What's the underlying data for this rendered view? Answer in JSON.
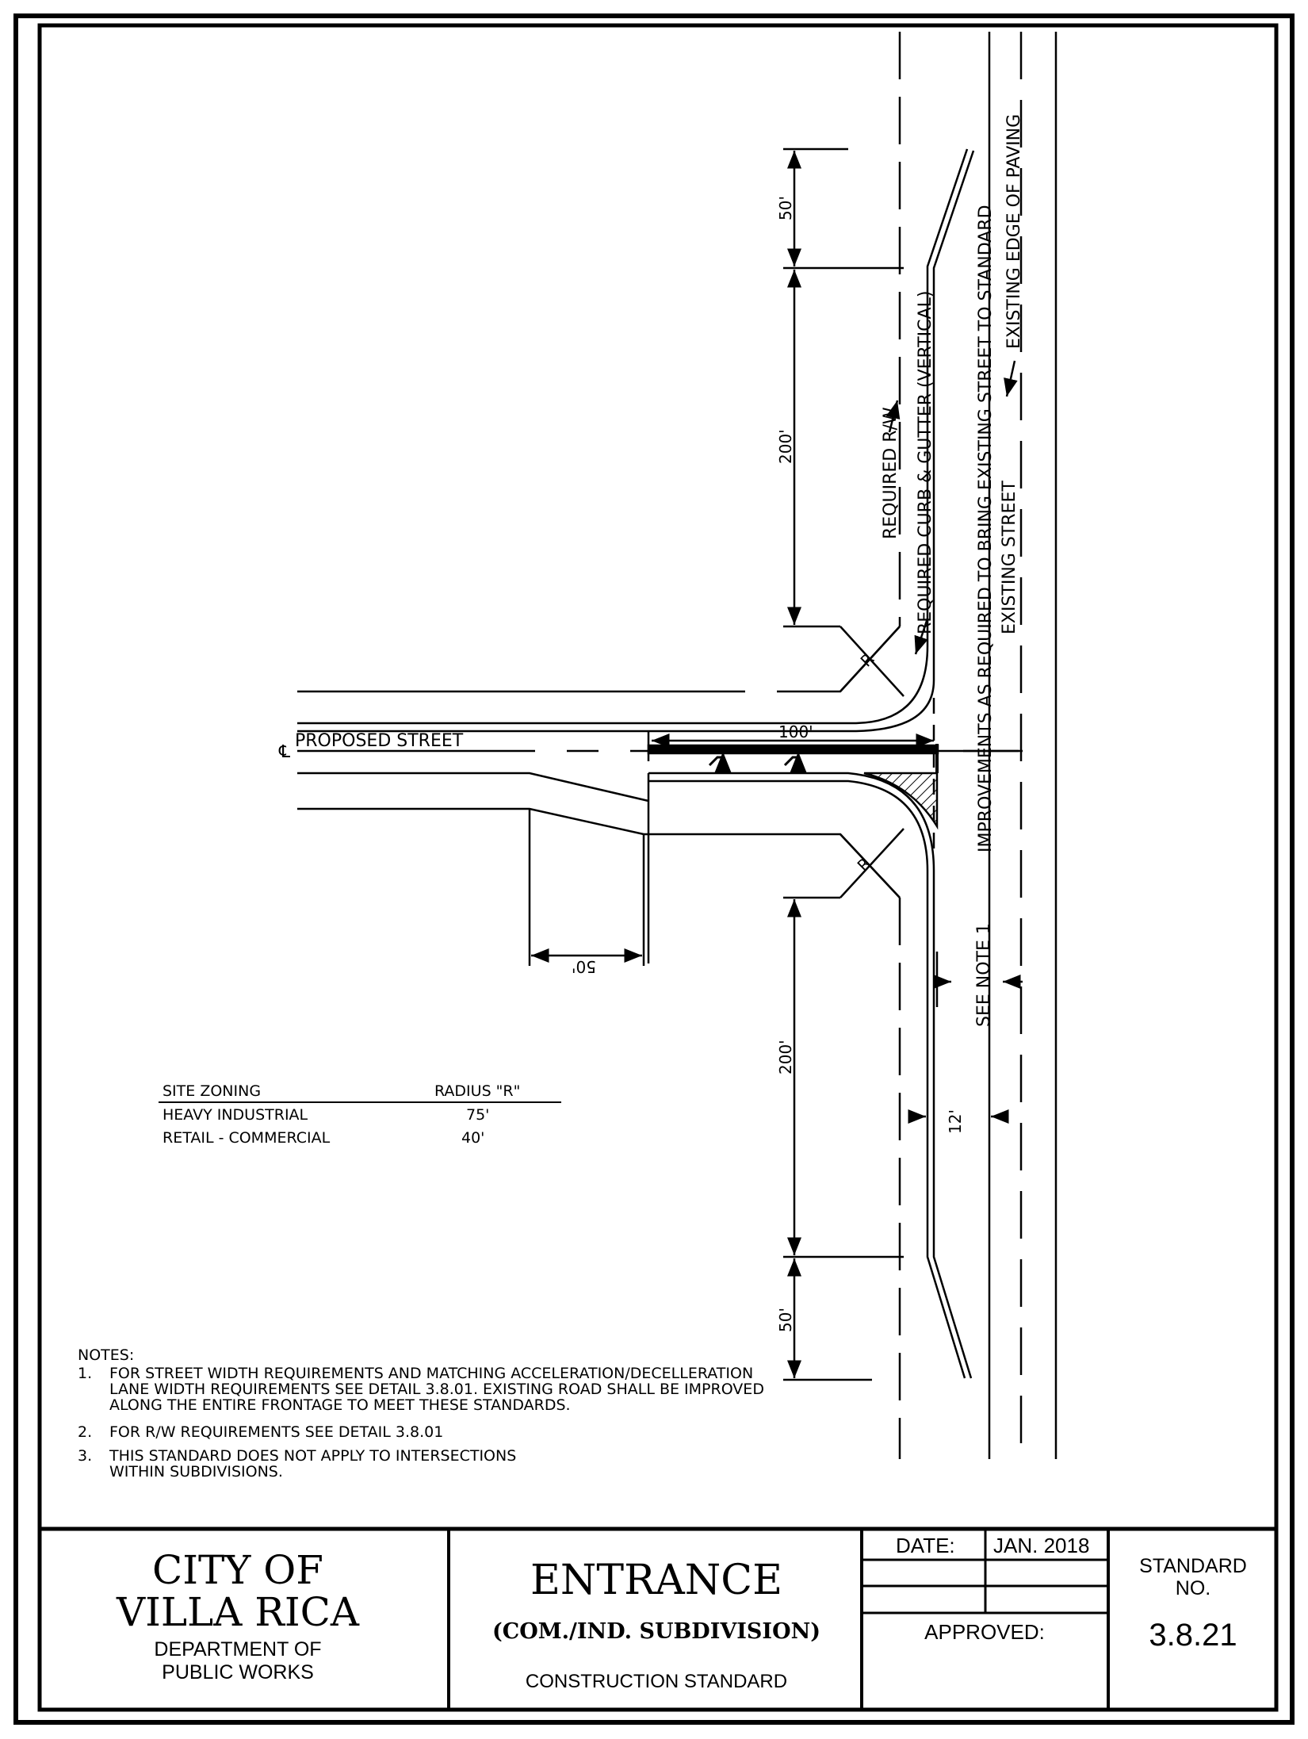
{
  "drawing": {
    "labels": {
      "required_rw": "REQUIRED R/W",
      "curb_gutter": "REQUIRED CURB & GUTTER (VERTICAL)",
      "improvements": "IMPROVEMENTS AS REQUIRED TO BRING EXISTING STREET TO STANDARD",
      "existing_street": "EXISTING STREET",
      "existing_edge": "EXISTING EDGE OF PAVING",
      "proposed_street": "PROPOSED STREET",
      "centerline_symbol": "℄",
      "see_note": "SEE NOTE 1",
      "radius_top": "R",
      "radius_bottom": "R"
    },
    "dimensions": {
      "top_taper": "50'",
      "top_storage": "200'",
      "bottom_storage": "200'",
      "bottom_taper": "50'",
      "lane_100": "100'",
      "taper_50": "50'",
      "lane_width": "12'"
    }
  },
  "zoning_table": {
    "header_zoning": "SITE ZONING",
    "header_radius": "RADIUS \"R\"",
    "rows": [
      {
        "zoning": "HEAVY INDUSTRIAL",
        "radius": "75'"
      },
      {
        "zoning": "RETAIL - COMMERCIAL",
        "radius": "40'"
      }
    ]
  },
  "notes": {
    "title": "NOTES:",
    "items": [
      {
        "num": "1.",
        "lines": [
          "FOR STREET WIDTH REQUIREMENTS AND MATCHING ACCELERATION/DECELLERATION",
          "LANE WIDTH REQUIREMENTS SEE DETAIL 3.8.01.  EXISTING ROAD SHALL BE IMPROVED",
          "ALONG THE ENTIRE FRONTAGE TO MEET THESE STANDARDS."
        ]
      },
      {
        "num": "2.",
        "lines": [
          "FOR R/W REQUIREMENTS SEE DETAIL 3.8.01"
        ]
      },
      {
        "num": "3.",
        "lines": [
          "THIS STANDARD DOES NOT APPLY TO INTERSECTIONS",
          "WITHIN SUBDIVISIONS."
        ]
      }
    ]
  },
  "title_block": {
    "city_line1": "CITY  OF",
    "city_line2": "VILLA  RICA",
    "dept_line1": "DEPARTMENT  OF",
    "dept_line2": "PUBLIC  WORKS",
    "title": "ENTRANCE",
    "subtitle": "(COM./IND.  SUBDIVISION)",
    "construction": "CONSTRUCTION  STANDARD",
    "date_label": "DATE:",
    "date_value": "JAN.  2018",
    "approved_label": "APPROVED:",
    "standard_label1": "STANDARD",
    "standard_label2": "NO.",
    "standard_number": "3.8.21"
  }
}
